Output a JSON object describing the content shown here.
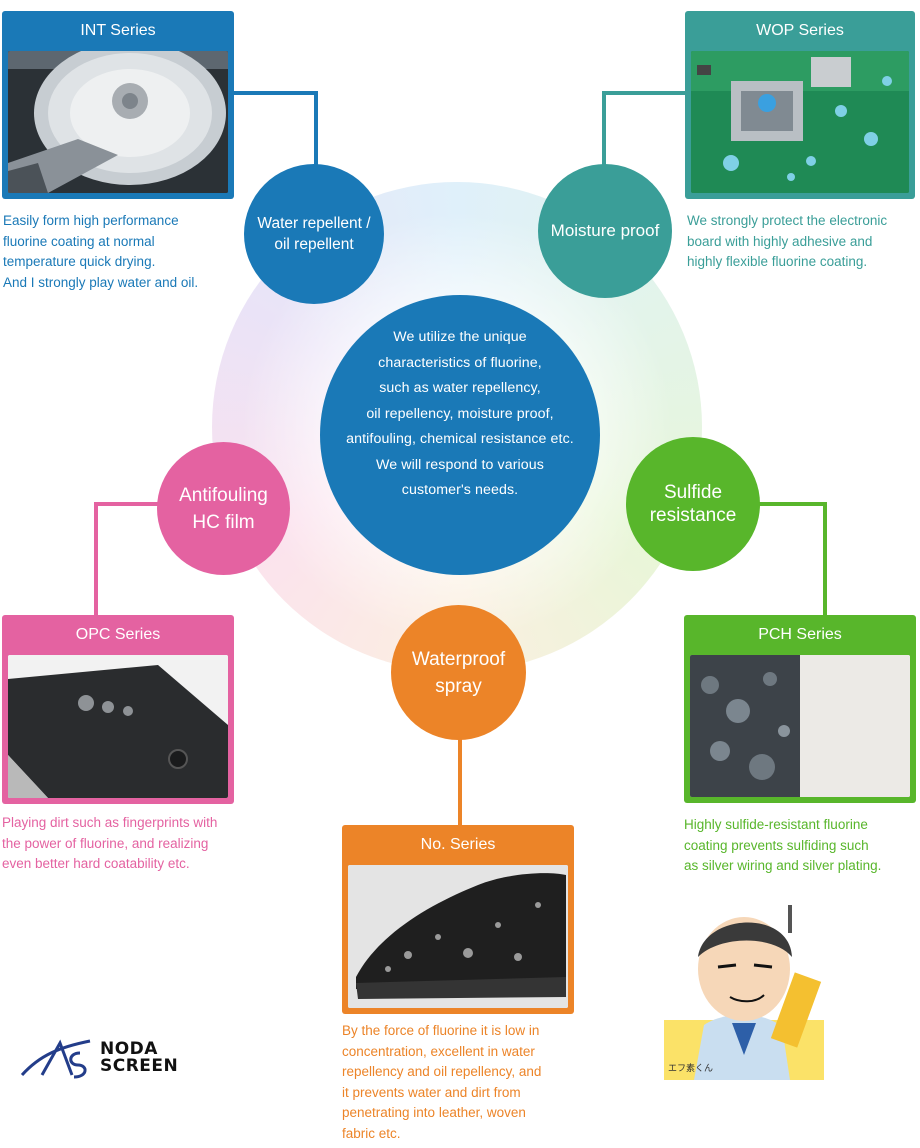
{
  "center": {
    "lines": [
      "We utilize the unique",
      "characteristics of fluorine,",
      "such as water repellency,",
      "oil repellency, moisture proof,",
      "antifouling, chemical resistance etc.",
      "We will respond to various",
      "customer's needs."
    ]
  },
  "features": [
    {
      "label_lines": [
        "Water repellent /",
        "oil repellent"
      ],
      "color": "#1a79b7"
    },
    {
      "label_lines": [
        "Moisture proof"
      ],
      "color": "#3a9e98"
    },
    {
      "label_lines": [
        "Sulfide",
        "resistance"
      ],
      "color": "#58b62b"
    },
    {
      "label_lines": [
        "Waterproof",
        "spray"
      ],
      "color": "#ec8428"
    },
    {
      "label_lines": [
        "Antifouling",
        "HC film"
      ],
      "color": "#e462a1"
    }
  ],
  "series": [
    {
      "name": "INT Series",
      "color": "#1a79b7",
      "desc_lines": [
        "Easily form high performance",
        "fluorine coating at normal",
        "temperature quick drying.",
        "And I strongly play water and oil."
      ]
    },
    {
      "name": "WOP Series",
      "color": "#3a9e98",
      "desc_lines": [
        "We strongly protect the electronic",
        "board with highly adhesive and",
        "highly flexible fluorine coating."
      ]
    },
    {
      "name": "PCH Series",
      "color": "#58b62b",
      "desc_lines": [
        "Highly sulfide-resistant fluorine",
        "coating prevents sulfiding such",
        "as silver wiring and silver plating."
      ]
    },
    {
      "name": "No.  Series",
      "color": "#ec8428",
      "desc_lines": [
        "By the force of fluorine it is low in",
        "concentration, excellent in water",
        "repellency and oil repellency, and",
        "it prevents water and dirt from",
        "penetrating into leather, woven",
        "fabric etc."
      ]
    },
    {
      "name": "OPC Series",
      "color": "#e462a1",
      "desc_lines": [
        "Playing dirt such as fingerprints with",
        "the power of fluorine, and realizing",
        "even better hard coatability etc."
      ]
    }
  ],
  "logo": {
    "line1": "NODA",
    "line2": "SCREEN"
  },
  "mascot": {
    "caption": "エフ素くん"
  }
}
